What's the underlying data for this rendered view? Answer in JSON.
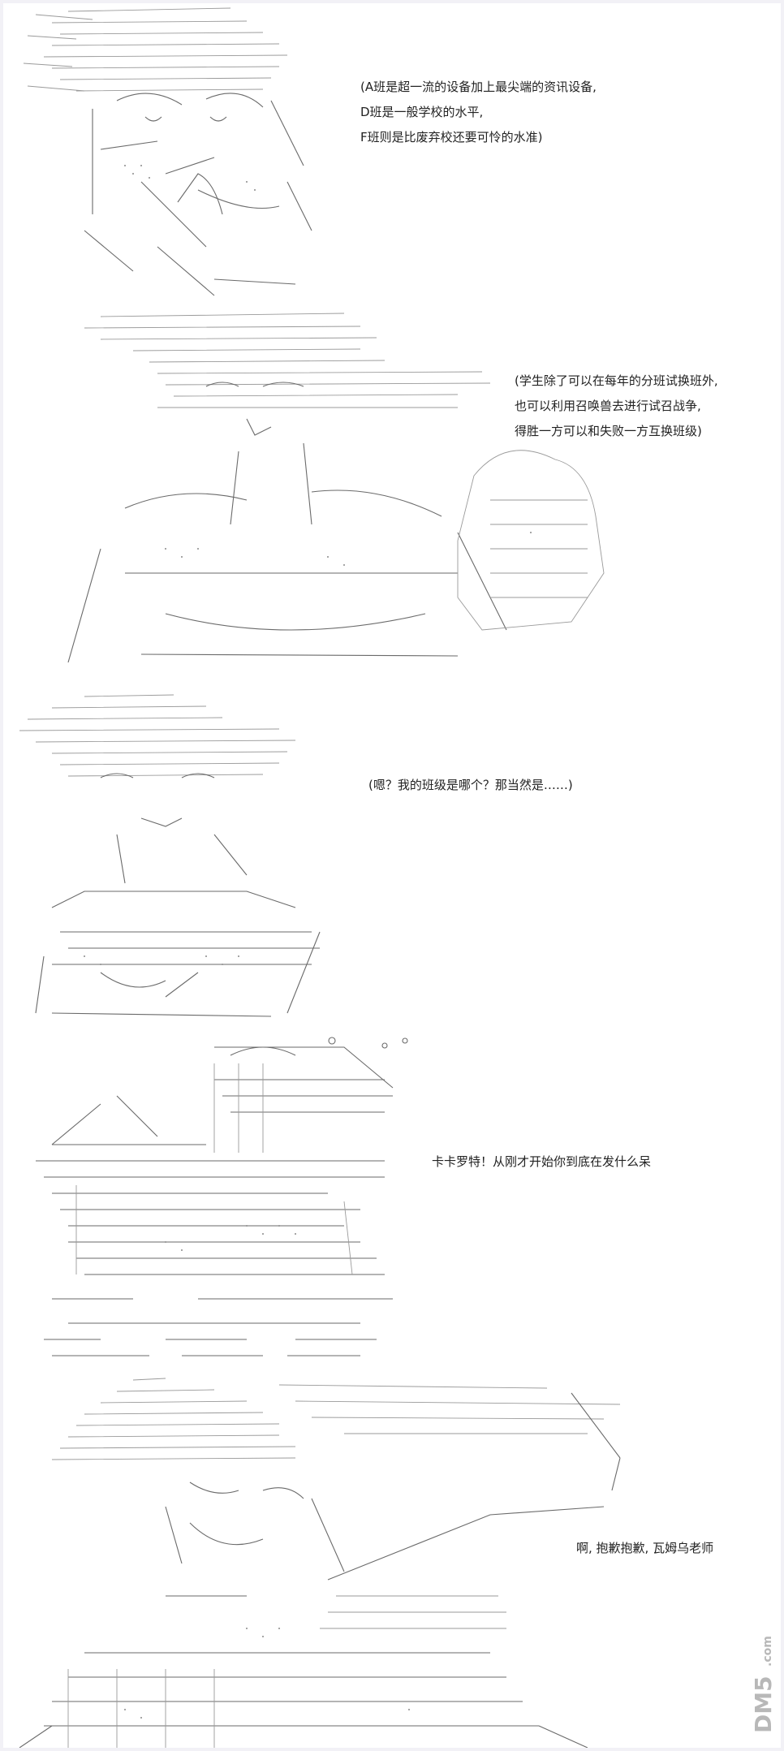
{
  "panels": [
    {
      "id": "panel-1",
      "caption": "(A班是超一流的设备加上最尖端的资讯设备,\nD班是一般学校的水平,\nF班则是比废弃校还要可怜的水准)"
    },
    {
      "id": "panel-2",
      "caption": "(学生除了可以在每年的分班试换班外,\n也可以利用召唤兽去进行试召战争,\n得胜一方可以和失败一方互换班级)"
    },
    {
      "id": "panel-3",
      "caption": "(嗯？我的班级是哪个？那当然是……)"
    },
    {
      "id": "panel-4",
      "caption": "卡卡罗特！从刚才开始你到底在发什么呆"
    },
    {
      "id": "panel-5",
      "caption": "啊, 抱歉抱歉, 瓦姆乌老师"
    }
  ],
  "watermark": {
    "brand": "DM5",
    "domain": ".com"
  },
  "colors": {
    "background": "#f2f1f6",
    "page": "#ffffff",
    "ink": "#222222",
    "art_line": "#6a6a6a",
    "watermark": "#b8b8b8"
  }
}
